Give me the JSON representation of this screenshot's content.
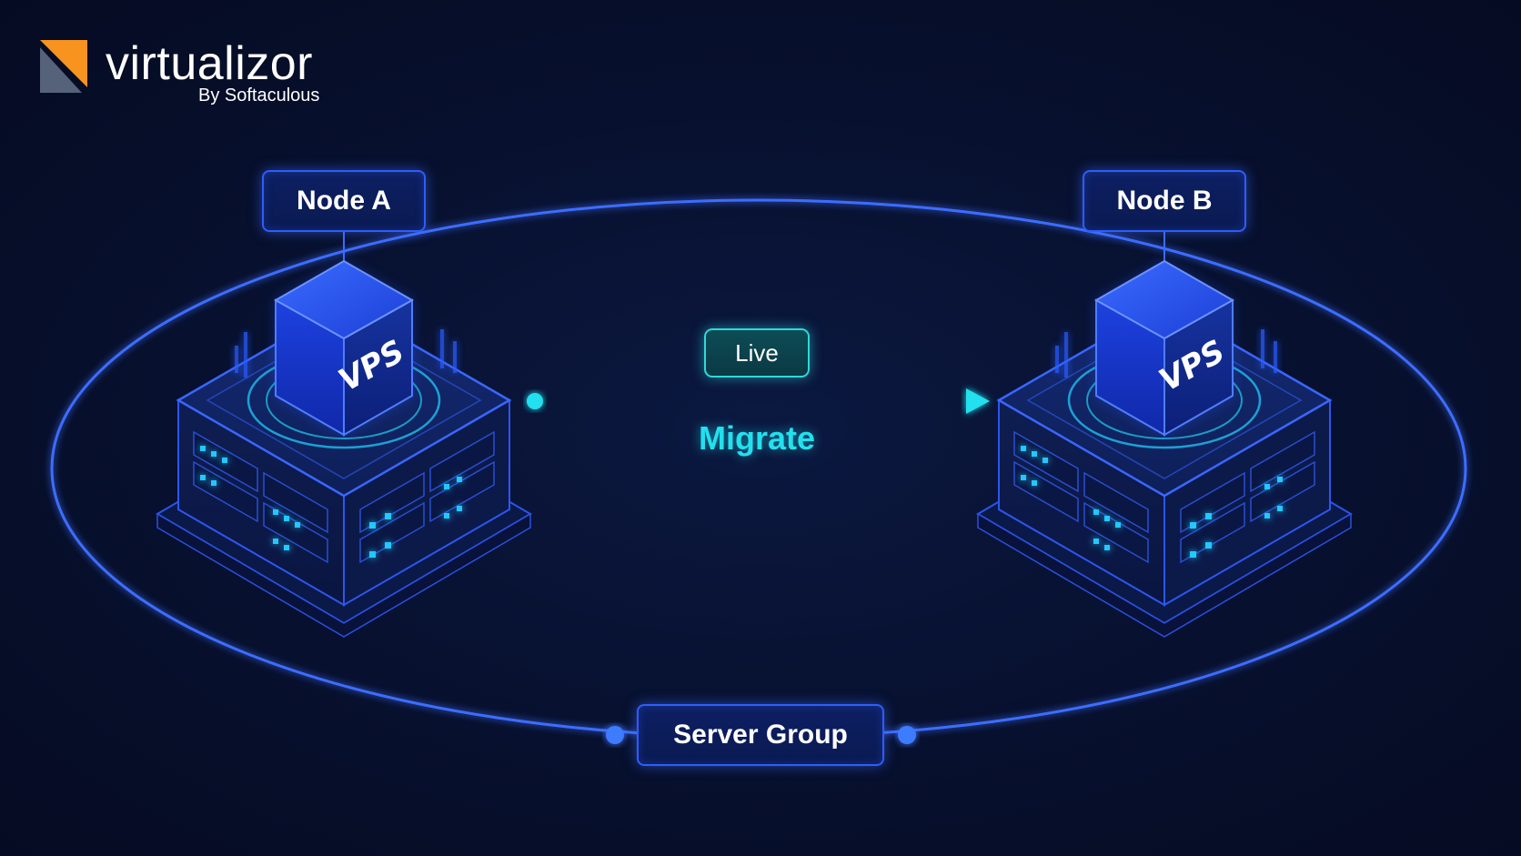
{
  "brand": {
    "name": "virtualizor",
    "byline": "By Softaculous",
    "logo_colors": {
      "orange": "#f7931e",
      "slate": "#55627a"
    }
  },
  "nodes": [
    {
      "label": "Node A",
      "vps_label": "VPS"
    },
    {
      "label": "Node B",
      "vps_label": "VPS"
    }
  ],
  "migration": {
    "badge": "Live",
    "label": "Migrate"
  },
  "group": {
    "label": "Server Group"
  },
  "colors": {
    "ring": "#3d6dff",
    "cube": "#1f46e8",
    "accent_cyan": "#22e0ee",
    "led": "#23c8ff",
    "background": "#07102e"
  }
}
